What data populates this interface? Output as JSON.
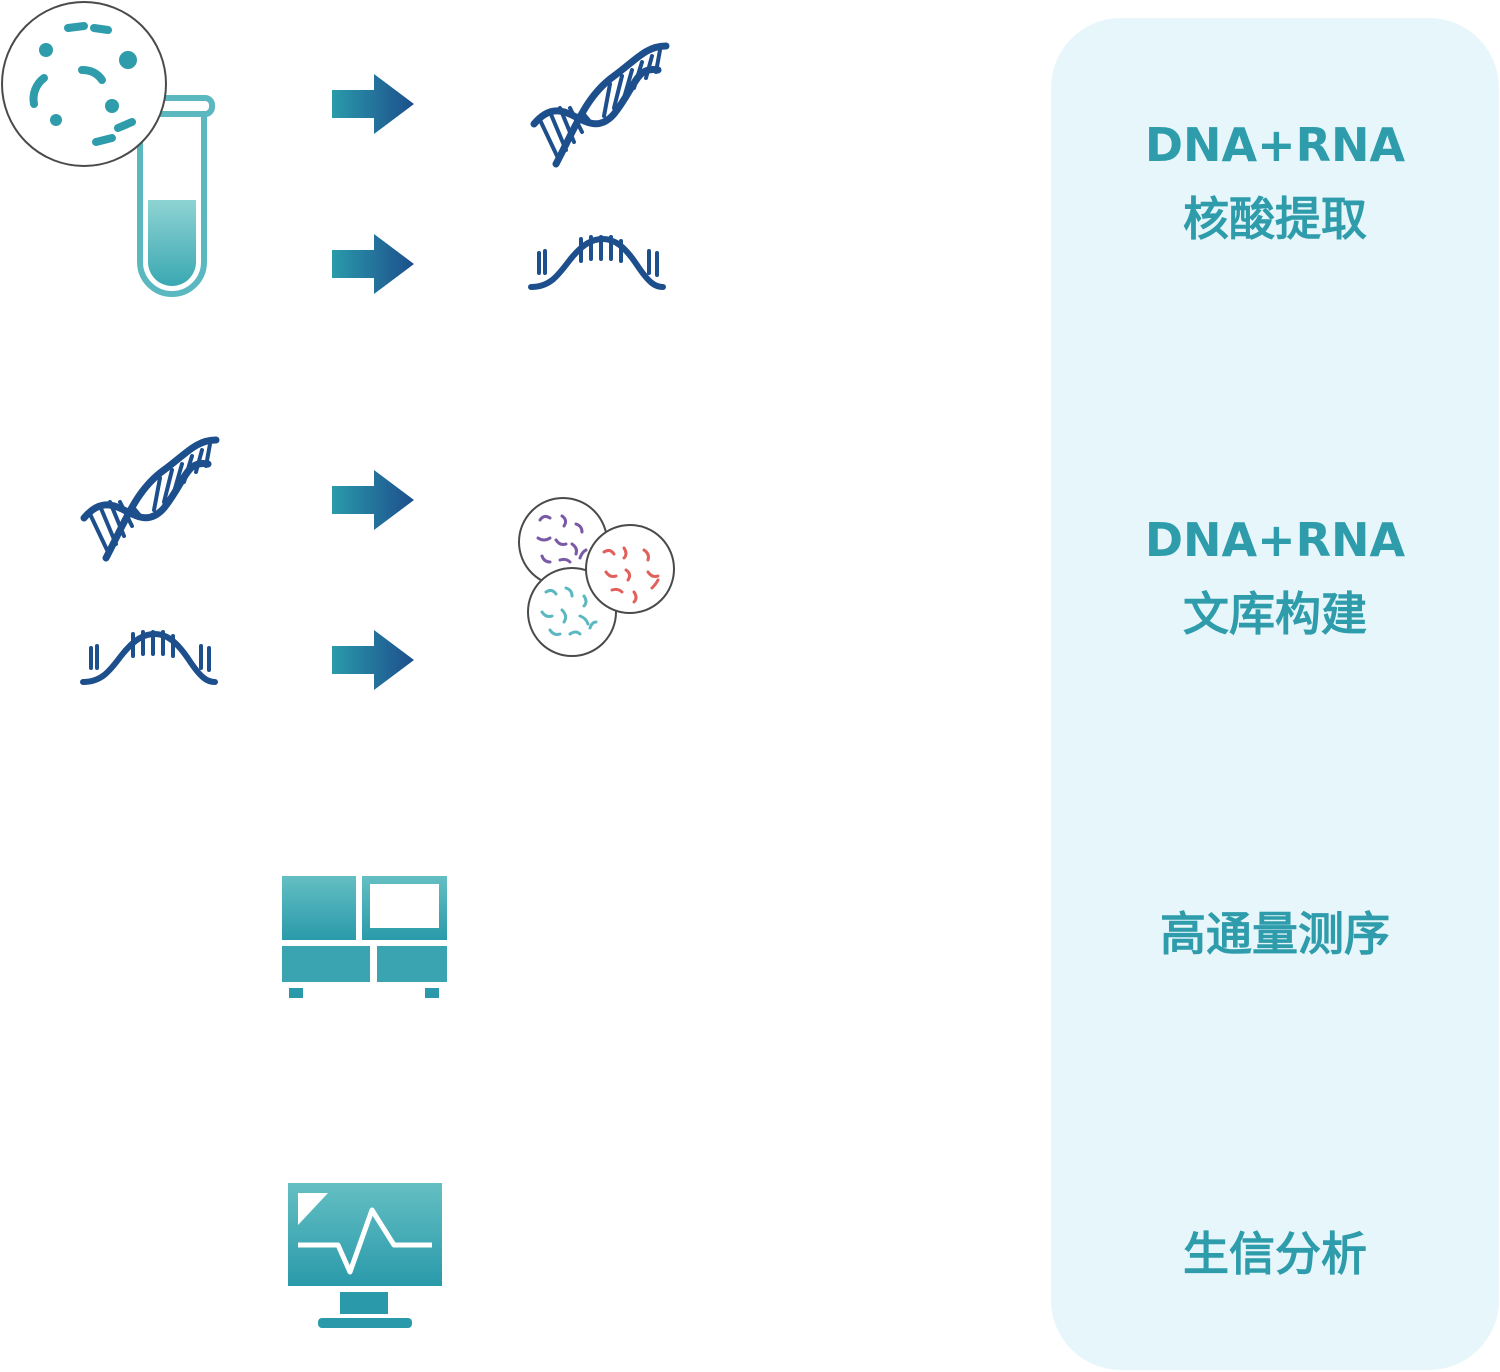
{
  "colors": {
    "panel_bg": "#e6f6fb",
    "step_text": "#2e9cab",
    "teal_light": "#64bfc3",
    "teal_dark": "#2a9aaa",
    "navy": "#1d4f8c",
    "bacteria_purple": "#7a5aa6",
    "bacteria_red": "#e0605b",
    "bacteria_cyan": "#5bb8c0"
  },
  "steps": [
    {
      "line1": "DNA+RNA",
      "line2": "核酸提取"
    },
    {
      "line1": "DNA+RNA",
      "line2": "文库构建"
    },
    {
      "line1": "高通量测序"
    },
    {
      "line1": "生信分析"
    }
  ],
  "icons": [
    "petri-dish-icon",
    "test-tube-icon",
    "arrow-right-icon",
    "dna-double-helix-icon",
    "rna-single-strand-icon",
    "microbe-library-icon",
    "sequencer-icon",
    "analysis-monitor-icon"
  ]
}
